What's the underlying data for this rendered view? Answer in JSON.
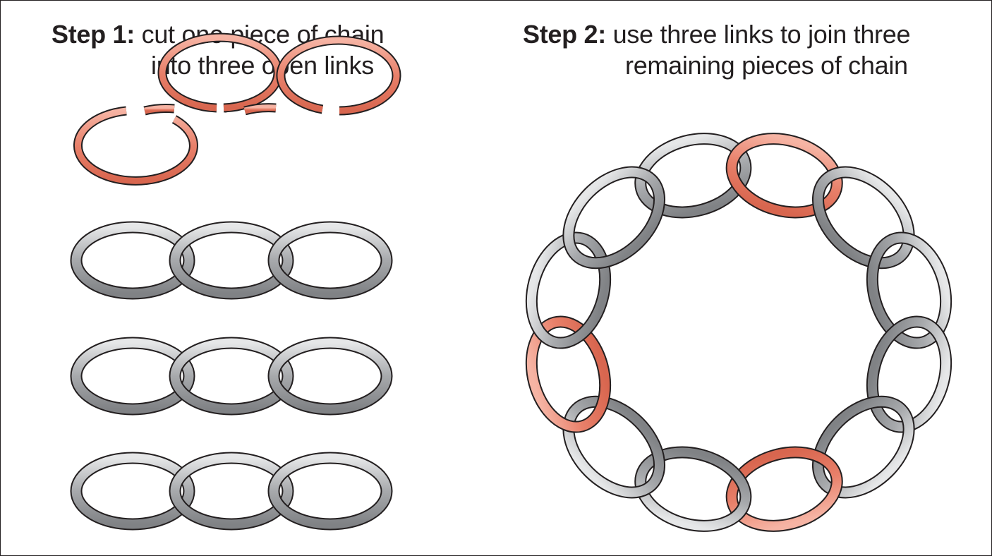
{
  "step1": {
    "label": "Step 1:",
    "line1": "cut one piece of chain",
    "line2": "into three open links"
  },
  "step2": {
    "label": "Step 2:",
    "line1": "use three links to join three",
    "line2": "remaining pieces of chain"
  },
  "colors": {
    "open_link": "#e8806a",
    "chain_link": "#a9abae",
    "outline": "#231f20",
    "background": "#ffffff"
  },
  "rows": {
    "open_links_rows": 1,
    "chain_piece_rows": 3,
    "links_per_row": 3
  },
  "ring": {
    "gray_links": 9,
    "open_links": 3
  }
}
